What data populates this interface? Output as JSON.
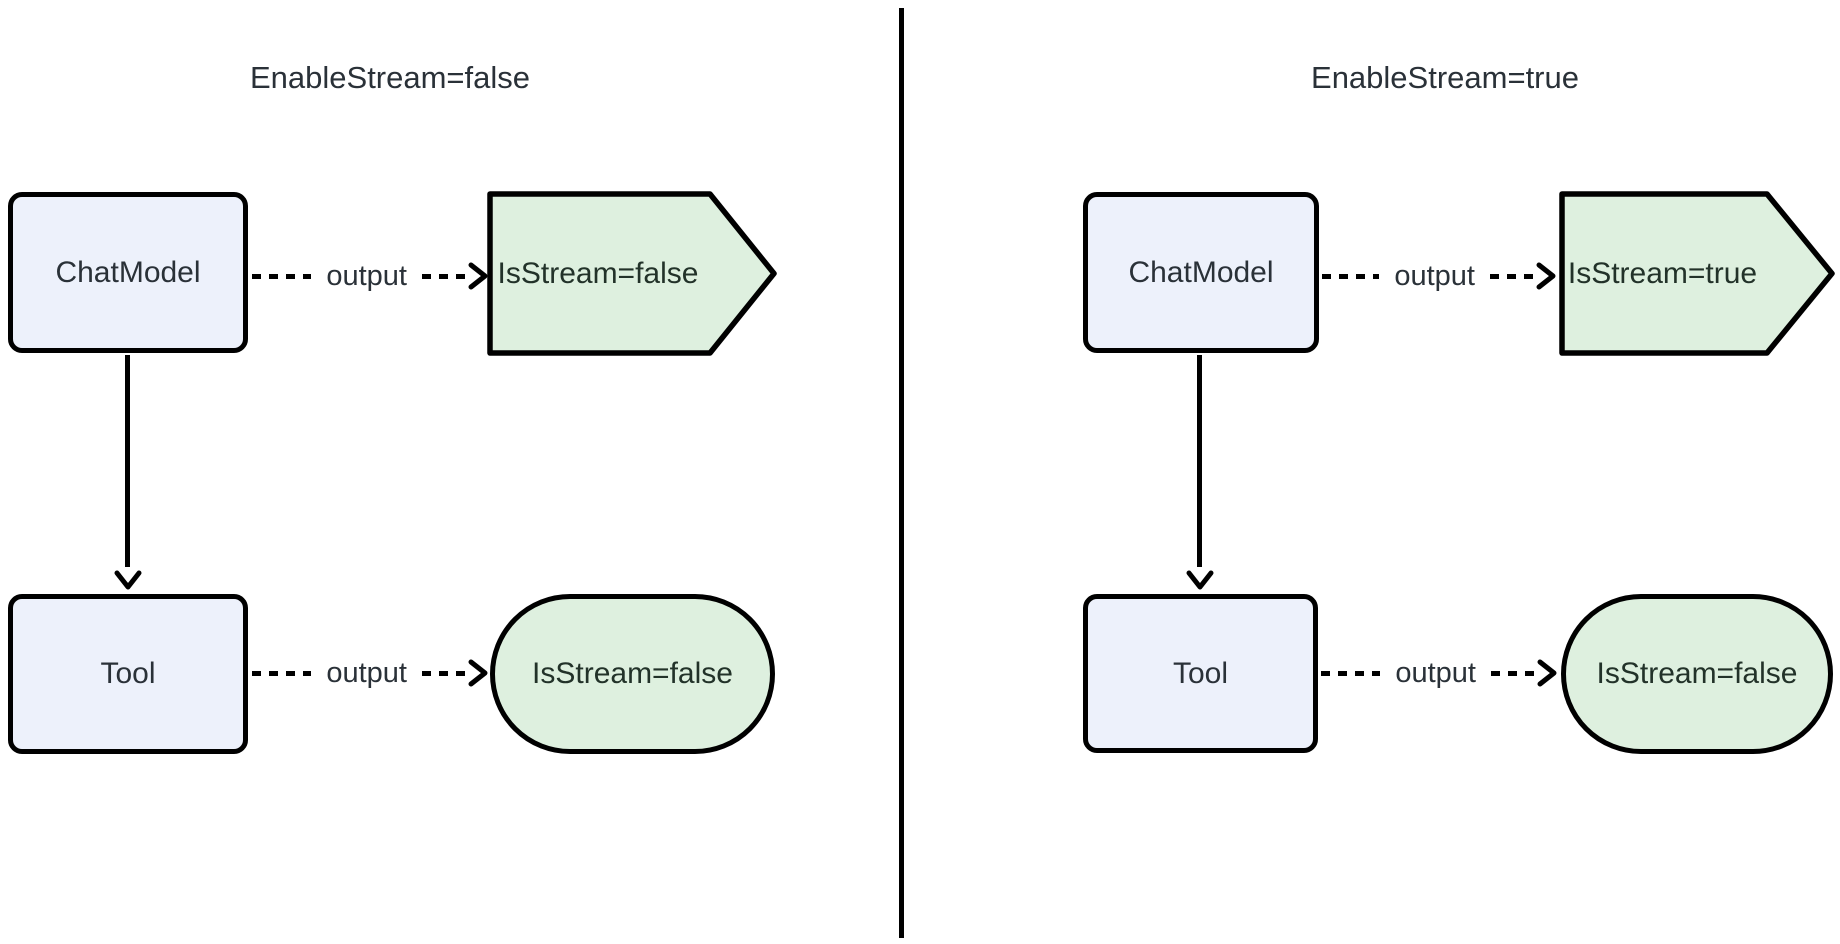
{
  "left_panel": {
    "title": "EnableStream=false",
    "nodes": {
      "chat_model": "ChatModel",
      "model_output": "IsStream=false",
      "tool": "Tool",
      "tool_output": "IsStream=false"
    },
    "edge_labels": {
      "model_to_output": "output",
      "tool_to_output": "output"
    }
  },
  "right_panel": {
    "title": "EnableStream=true",
    "nodes": {
      "chat_model": "ChatModel",
      "model_output": "IsStream=true",
      "tool": "Tool",
      "tool_output": "IsStream=false"
    },
    "edge_labels": {
      "model_to_output": "output",
      "tool_to_output": "output"
    }
  },
  "colors": {
    "node_fill_blue": "#EDF1FB",
    "node_fill_green": "#DEF0DF",
    "border": "#000000",
    "text": "#2A3138",
    "text_green": "#223229"
  }
}
